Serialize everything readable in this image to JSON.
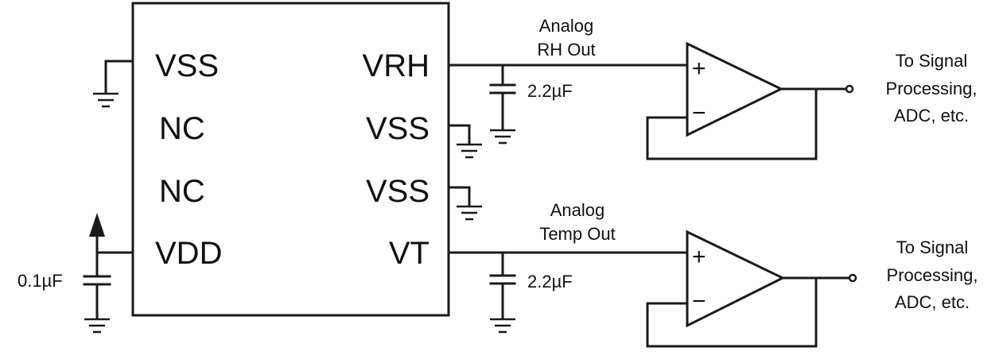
{
  "ic": {
    "left_pins": [
      "VSS",
      "NC",
      "NC",
      "VDD"
    ],
    "right_pins": [
      "VRH",
      "VSS",
      "VSS",
      "VT"
    ]
  },
  "outputs": {
    "rh": {
      "line1": "Analog",
      "line2": "RH Out"
    },
    "temp": {
      "line1": "Analog",
      "line2": "Temp Out"
    }
  },
  "capacitors": {
    "rh": "2.2µF",
    "temp": "2.2µF",
    "vdd": "0.1µF"
  },
  "opamp": {
    "plus": "+",
    "minus": "−"
  },
  "destinations": {
    "top": [
      "To Signal",
      "Processing,",
      "ADC, etc."
    ],
    "bottom": [
      "To Signal",
      "Processing,",
      "ADC, etc."
    ]
  }
}
